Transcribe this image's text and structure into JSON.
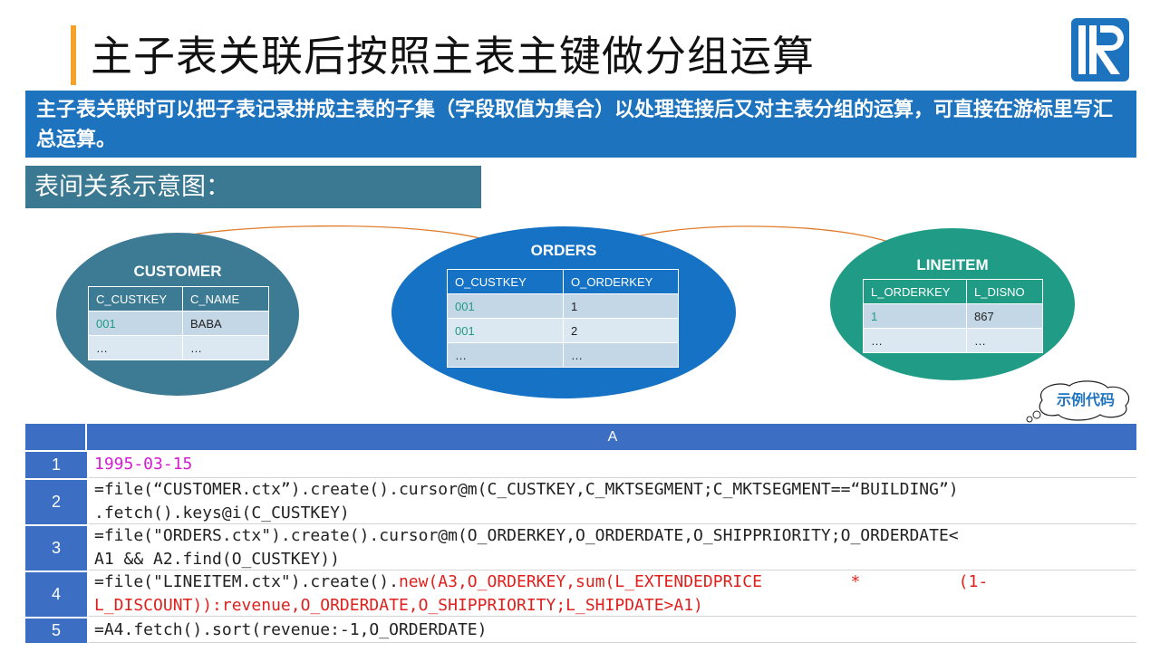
{
  "slide": {
    "title": "主子表关联后按照主表主键做分组运算",
    "description": "主子表关联时可以把子表记录拼成主表的子集（字段取值为集合）以处理连接后又对主表分组的运算，可直接在游标里写汇总运算。",
    "subheading": "表间关系示意图：",
    "bubble_label": "示例代码"
  },
  "colors": {
    "accent": "#f4a22c",
    "desc_bg": "#1e73be",
    "customer": "#3d7a94",
    "orders": "#1572c4",
    "lineitem": "#1f9b86",
    "grid_header": "#3c6fc4"
  },
  "tables": {
    "customer": {
      "name": "CUSTOMER",
      "headers": [
        "C_CUSTKEY",
        "C_NAME"
      ],
      "rows": [
        [
          "001",
          "BABA"
        ],
        [
          "…",
          "…"
        ]
      ]
    },
    "orders": {
      "name": "ORDERS",
      "headers": [
        "O_CUSTKEY",
        "O_ORDERKEY"
      ],
      "rows": [
        [
          "001",
          "1"
        ],
        [
          "001",
          "2"
        ],
        [
          "…",
          "…"
        ]
      ]
    },
    "lineitem": {
      "name": "LINEITEM",
      "headers": [
        "L_ORDERKEY",
        "L_DISNO"
      ],
      "rows": [
        [
          "1",
          "867"
        ],
        [
          "…",
          "…"
        ]
      ]
    }
  },
  "grid": {
    "column_header": "A",
    "rows": [
      {
        "num": "1",
        "lines": [
          [
            {
              "t": "1995-03-15",
              "c": "magenta"
            }
          ]
        ]
      },
      {
        "num": "2",
        "lines": [
          [
            {
              "t": "=file(“CUSTOMER.ctx”).create().cursor@m(C_CUSTKEY,C_MKTSEGMENT;C_MKTSEGMENT==“BUILDING”)",
              "c": ""
            }
          ],
          [
            {
              "t": ".fetch().keys@i(C_CUSTKEY)",
              "c": ""
            }
          ]
        ]
      },
      {
        "num": "3",
        "lines": [
          [
            {
              "t": "=file(\"ORDERS.ctx\").create().cursor@m(O_ORDERKEY,O_ORDERDATE,O_SHIPPRIORITY;O_ORDERDATE<",
              "c": ""
            }
          ],
          [
            {
              "t": "A1 && A2.find(O_CUSTKEY))",
              "c": ""
            }
          ]
        ]
      },
      {
        "num": "4",
        "lines": [
          [
            {
              "t": "=file(\"LINEITEM.ctx\").create().",
              "c": ""
            },
            {
              "t": "new(A3,O_ORDERKEY,sum(L_EXTENDEDPRICE         *          (1-",
              "c": "red"
            }
          ],
          [
            {
              "t": "L_DISCOUNT)):revenue,O_ORDERDATE,O_SHIPPRIORITY;L_SHIPDATE>A1)",
              "c": "red"
            }
          ]
        ]
      },
      {
        "num": "5",
        "lines": [
          [
            {
              "t": "=A4.fetch().sort(revenue:-1,O_ORDERDATE)",
              "c": ""
            }
          ]
        ]
      }
    ]
  }
}
